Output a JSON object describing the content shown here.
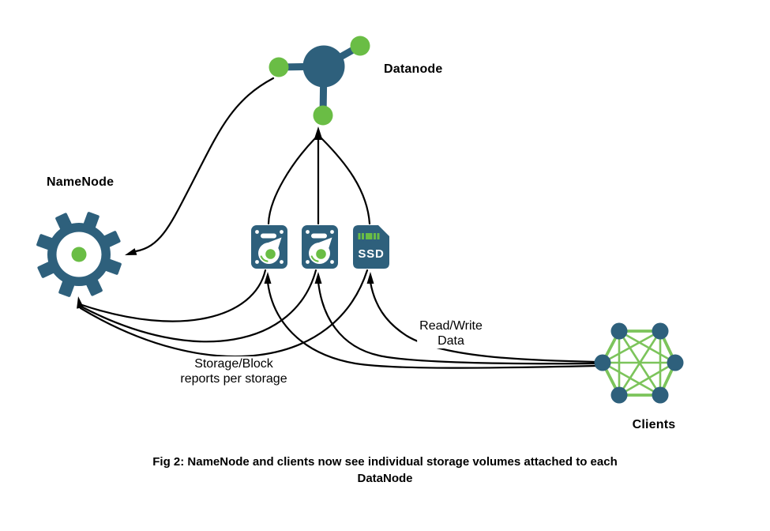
{
  "colors": {
    "node_fill": "#2E607C",
    "accent_green": "#6ABD45",
    "mesh_green": "#7CC45B",
    "edge": "#000000",
    "label_text": "#000000",
    "background": "#FFFFFF"
  },
  "nodes": {
    "datanode": {
      "label": "Datanode"
    },
    "namenode": {
      "label": "NameNode"
    },
    "clients": {
      "label": "Clients"
    }
  },
  "storage_volumes": [
    {
      "type": "hdd"
    },
    {
      "type": "hdd"
    },
    {
      "type": "ssd",
      "label": "SSD"
    }
  ],
  "annotations": {
    "storage_reports": {
      "line1": "Storage/Block",
      "line2": "reports per storage"
    },
    "read_write": {
      "line1": "Read/Write",
      "line2": "Data"
    }
  },
  "caption": {
    "line1": "Fig 2: NameNode and clients now see individual storage volumes attached to each",
    "line2": "DataNode"
  },
  "edges": [
    {
      "from": "hdd-1",
      "to": "datanode"
    },
    {
      "from": "hdd-2",
      "to": "datanode"
    },
    {
      "from": "ssd",
      "to": "datanode"
    },
    {
      "from": "datanode",
      "to": "namenode"
    },
    {
      "from": "hdd-1",
      "to": "namenode",
      "label": "Storage/Block reports per storage"
    },
    {
      "from": "hdd-2",
      "to": "namenode",
      "label": "Storage/Block reports per storage"
    },
    {
      "from": "ssd",
      "to": "namenode",
      "label": "Storage/Block reports per storage"
    },
    {
      "from": "clients",
      "to": "hdd-1",
      "label": "Read/Write Data"
    },
    {
      "from": "clients",
      "to": "hdd-2",
      "label": "Read/Write Data"
    },
    {
      "from": "clients",
      "to": "ssd",
      "label": "Read/Write Data"
    }
  ]
}
